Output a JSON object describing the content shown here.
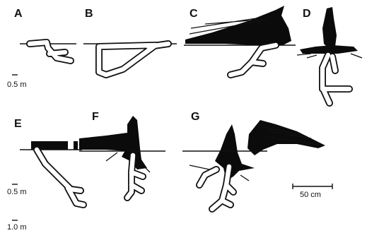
{
  "panels": [
    {
      "id": "A",
      "label": "A"
    },
    {
      "id": "B",
      "label": "B"
    },
    {
      "id": "C",
      "label": "C"
    },
    {
      "id": "D",
      "label": "D"
    },
    {
      "id": "E",
      "label": "E"
    },
    {
      "id": "F",
      "label": "F"
    },
    {
      "id": "G",
      "label": "G"
    }
  ],
  "depth_markers": {
    "top_row": "0.5 m",
    "bottom_row_upper": "0.5 m",
    "bottom_row_lower": "1.0 m"
  },
  "scale_bar": {
    "label": "50 cm"
  },
  "colors": {
    "ink": "#111111",
    "fill": "#0b0b0b",
    "background": "#ffffff"
  }
}
